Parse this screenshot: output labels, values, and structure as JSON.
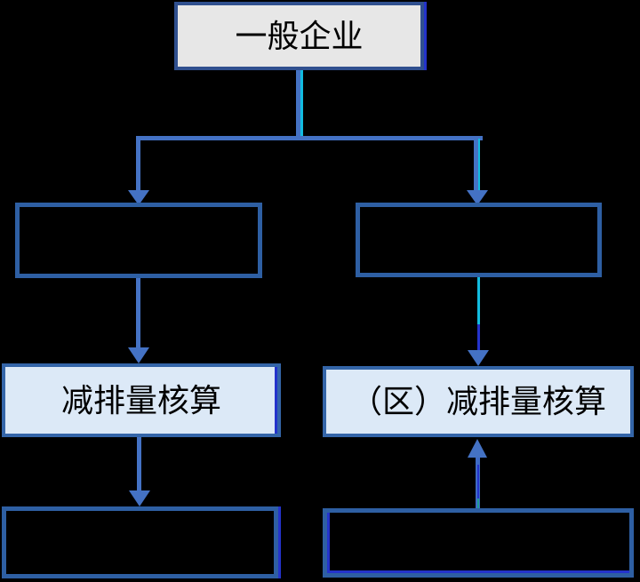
{
  "nodes": {
    "root": {
      "label": "一般企业"
    },
    "branch_left": {
      "label": ""
    },
    "branch_right": {
      "label": ""
    },
    "accounting_left": {
      "label": "减排量核算"
    },
    "accounting_right": {
      "label": "（区）减排量核算"
    },
    "result_left": {
      "label": ""
    },
    "result_right": {
      "label": ""
    }
  },
  "colors": {
    "background": "#000000",
    "connector_blue": "#4472C4",
    "connector_cyan": "#12BCE0",
    "connector_royal": "#2433CC",
    "connector_teal": "#1E9C96",
    "box_border_dark_blue": "#2E5FA3",
    "highlight_box_border": "#3465A8",
    "root_box_border": "#30508F",
    "root_box_fill": "#E7E7E7",
    "highlight_box_fill": "#DCE9F7",
    "text": "#000000"
  }
}
